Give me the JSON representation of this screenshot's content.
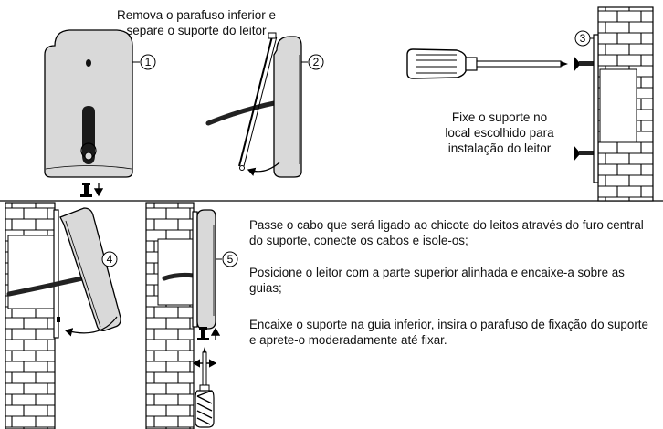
{
  "top_caption": [
    "Remova o parafuso inferior e",
    "separe o suporte do leitor"
  ],
  "fix_caption": [
    "Fixe o suporte no",
    "local escolhido para",
    "instalação do leitor"
  ],
  "step_labels": [
    "1",
    "2",
    "3",
    "4",
    "5"
  ],
  "instructions": [
    "Passe o cabo que será ligado ao chicote do leitos através do furo central do suporte, conecte os cabos e isole-os;",
    "Posicione o leitor com a parte superior alinhada e encaixe-a sobre as guias;",
    "Encaixe o suporte na guia inferior, insira o parafuso de fixação do suporte e aprete-o moderadamente até fixar."
  ],
  "colors": {
    "device_fill": "#d9d9d9",
    "line": "#000000",
    "background": "#ffffff"
  },
  "icons": [
    "screw-down-icon",
    "screw-up-icon",
    "screwdriver-icon",
    "brick-wall"
  ]
}
